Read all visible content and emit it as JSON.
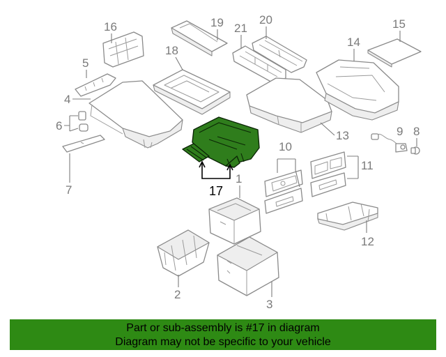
{
  "callouts": {
    "c1": "1",
    "c2": "2",
    "c3": "3",
    "c4": "4",
    "c5": "5",
    "c6": "6",
    "c7": "7",
    "c8": "8",
    "c9": "9",
    "c10": "10",
    "c11": "11",
    "c12": "12",
    "c13": "13",
    "c14": "14",
    "c15": "15",
    "c16": "16",
    "c17": "17",
    "c18": "18",
    "c19": "19",
    "c20": "20",
    "c21": "21"
  },
  "highlight": {
    "part_number": "17",
    "color": "#2f7d1c"
  },
  "footer": {
    "line1": "Part or sub-assembly is #17 in diagram",
    "line2": "Diagram may not be specific to your vehicle",
    "background": "#2e8a14"
  }
}
